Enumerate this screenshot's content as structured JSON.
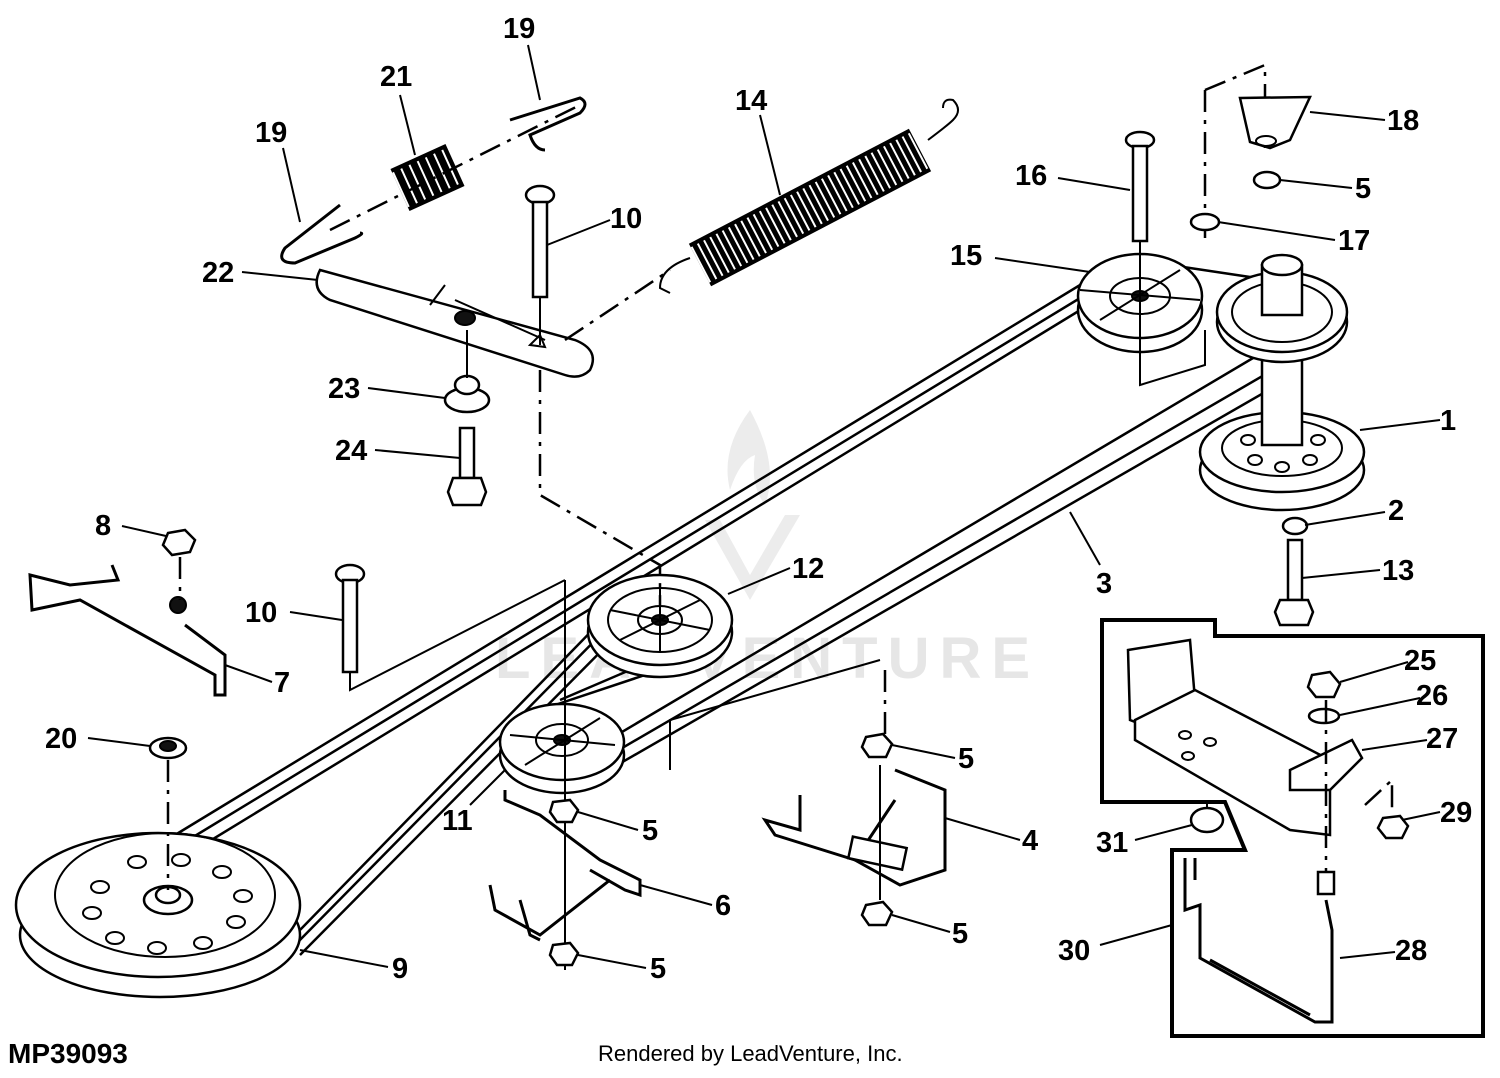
{
  "figure": {
    "id": "MP39093",
    "credit": "Rendered by LeadVenture, Inc.",
    "watermark": "LEADVENTURE",
    "colors": {
      "ink": "#000000",
      "background": "#ffffff",
      "watermark": "#e6e6e6"
    }
  },
  "callouts": [
    {
      "key": "c1",
      "label": "1",
      "part": "Drive Pulley (double, lower)"
    },
    {
      "key": "c2",
      "label": "2",
      "part": "Washer"
    },
    {
      "key": "c3",
      "label": "3",
      "part": "V-Belt"
    },
    {
      "key": "c4",
      "label": "4",
      "part": "Belt Guide (right)"
    },
    {
      "key": "c5a",
      "label": "5",
      "part": "Nut (at bracket 18)"
    },
    {
      "key": "c5b",
      "label": "5",
      "part": "Nut (upper, guide 4)"
    },
    {
      "key": "c5c",
      "label": "5",
      "part": "Nut (lower, guide 4)"
    },
    {
      "key": "c5d",
      "label": "5",
      "part": "Nut (upper, guide 6)"
    },
    {
      "key": "c5e",
      "label": "5",
      "part": "Nut (lower, guide 6)"
    },
    {
      "key": "c6",
      "label": "6",
      "part": "Belt Guide (center)"
    },
    {
      "key": "c7",
      "label": "7",
      "part": "Belt Guide Rod"
    },
    {
      "key": "c8",
      "label": "8",
      "part": "Lock Nut"
    },
    {
      "key": "c9",
      "label": "9",
      "part": "Transmission Pulley"
    },
    {
      "key": "c10a",
      "label": "10",
      "part": "Bolt (upper)"
    },
    {
      "key": "c10b",
      "label": "10",
      "part": "Bolt (lower)"
    },
    {
      "key": "c11",
      "label": "11",
      "part": "Idler Pulley (flat)"
    },
    {
      "key": "c12",
      "label": "12",
      "part": "Idler Pulley (V)"
    },
    {
      "key": "c13",
      "label": "13",
      "part": "Cap Screw"
    },
    {
      "key": "c14",
      "label": "14",
      "part": "Extension Spring"
    },
    {
      "key": "c15",
      "label": "15",
      "part": "Idler Pulley"
    },
    {
      "key": "c16",
      "label": "16",
      "part": "Bolt"
    },
    {
      "key": "c17",
      "label": "17",
      "part": "Washer"
    },
    {
      "key": "c18",
      "label": "18",
      "part": "Bracket"
    },
    {
      "key": "c19a",
      "label": "19",
      "part": "Spring Hook (left)"
    },
    {
      "key": "c19b",
      "label": "19",
      "part": "Spring Hook (right)"
    },
    {
      "key": "c20",
      "label": "20",
      "part": "Retaining Clip"
    },
    {
      "key": "c21",
      "label": "21",
      "part": "Compression Spring"
    },
    {
      "key": "c22",
      "label": "22",
      "part": "Idler Arm"
    },
    {
      "key": "c23",
      "label": "23",
      "part": "Bushing"
    },
    {
      "key": "c24",
      "label": "24",
      "part": "Shoulder Bolt"
    },
    {
      "key": "c25",
      "label": "25",
      "part": "Nut"
    },
    {
      "key": "c26",
      "label": "26",
      "part": "Washer"
    },
    {
      "key": "c27",
      "label": "27",
      "part": "Belt Guide Plate"
    },
    {
      "key": "c28",
      "label": "28",
      "part": "Guide Rod"
    },
    {
      "key": "c29",
      "label": "29",
      "part": "Screw"
    },
    {
      "key": "c30",
      "label": "30",
      "part": "Rod Assembly"
    },
    {
      "key": "c31",
      "label": "31",
      "part": "Spacer"
    }
  ]
}
